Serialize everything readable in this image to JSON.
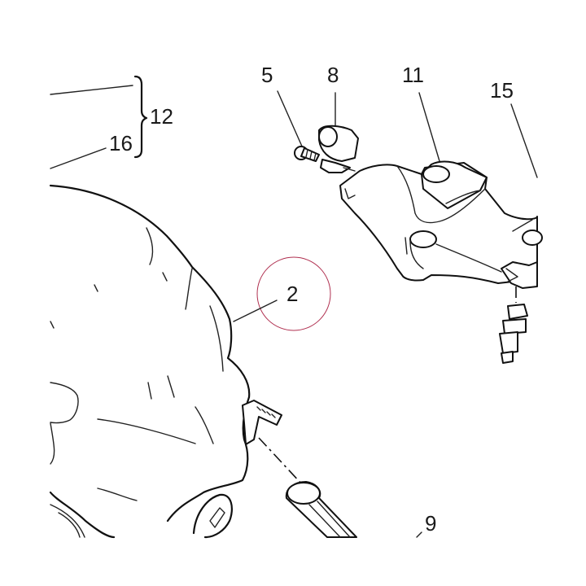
{
  "diagram": {
    "callouts": [
      {
        "id": "5",
        "text": "5"
      },
      {
        "id": "8",
        "text": "8"
      },
      {
        "id": "11",
        "text": "11"
      },
      {
        "id": "15",
        "text": "15"
      },
      {
        "id": "12",
        "text": "12"
      },
      {
        "id": "16",
        "text": "16"
      },
      {
        "id": "2",
        "text": "2"
      },
      {
        "id": "9",
        "text": "9"
      }
    ],
    "highlight_color": "#b03050"
  }
}
